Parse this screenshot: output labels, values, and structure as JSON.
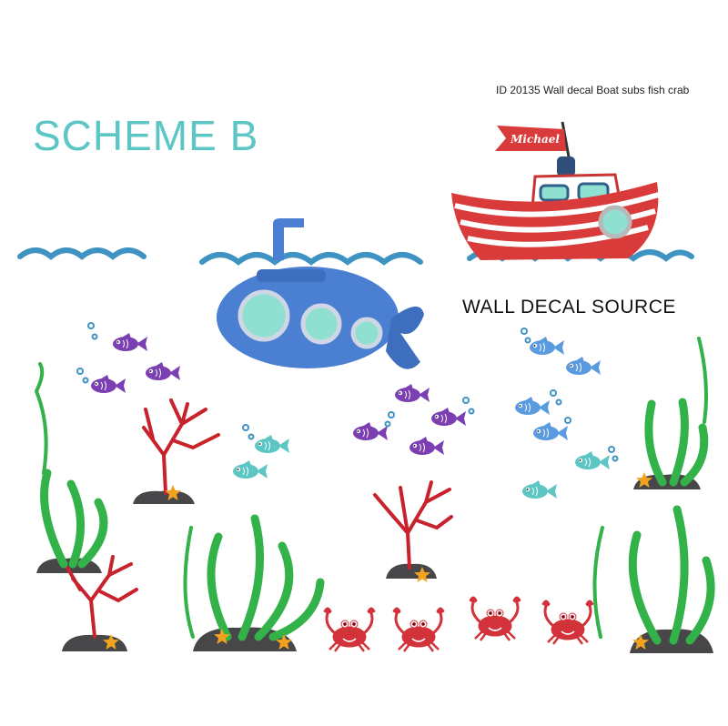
{
  "product_id": "ID 20135 Wall decal Boat subs fish crab",
  "scheme_title": "SCHEME B",
  "watermark": "WALL DECAL SOURCE",
  "flag_name": "Michael",
  "colors": {
    "title": "#5cc6c4",
    "wave": "#3f93c2",
    "submarine": "#4b7fd1",
    "porthole": "#8fe0d0",
    "boat_red": "#d93a3a",
    "boat_white": "#ffffff",
    "fish_purple": "#7b3fb1",
    "fish_blue": "#5a9be0",
    "fish_teal": "#5cc6c4",
    "seaweed": "#34b24a",
    "coral": "#c8232c",
    "rock": "#47474a",
    "starfish": "#f3a21f",
    "crab": "#d2323a"
  },
  "icons": [
    "submarine-icon",
    "boat-icon",
    "fish-icon",
    "crab-icon",
    "seaweed-icon",
    "coral-icon",
    "starfish-icon",
    "rock-icon",
    "wave-icon",
    "bubble-icon"
  ]
}
